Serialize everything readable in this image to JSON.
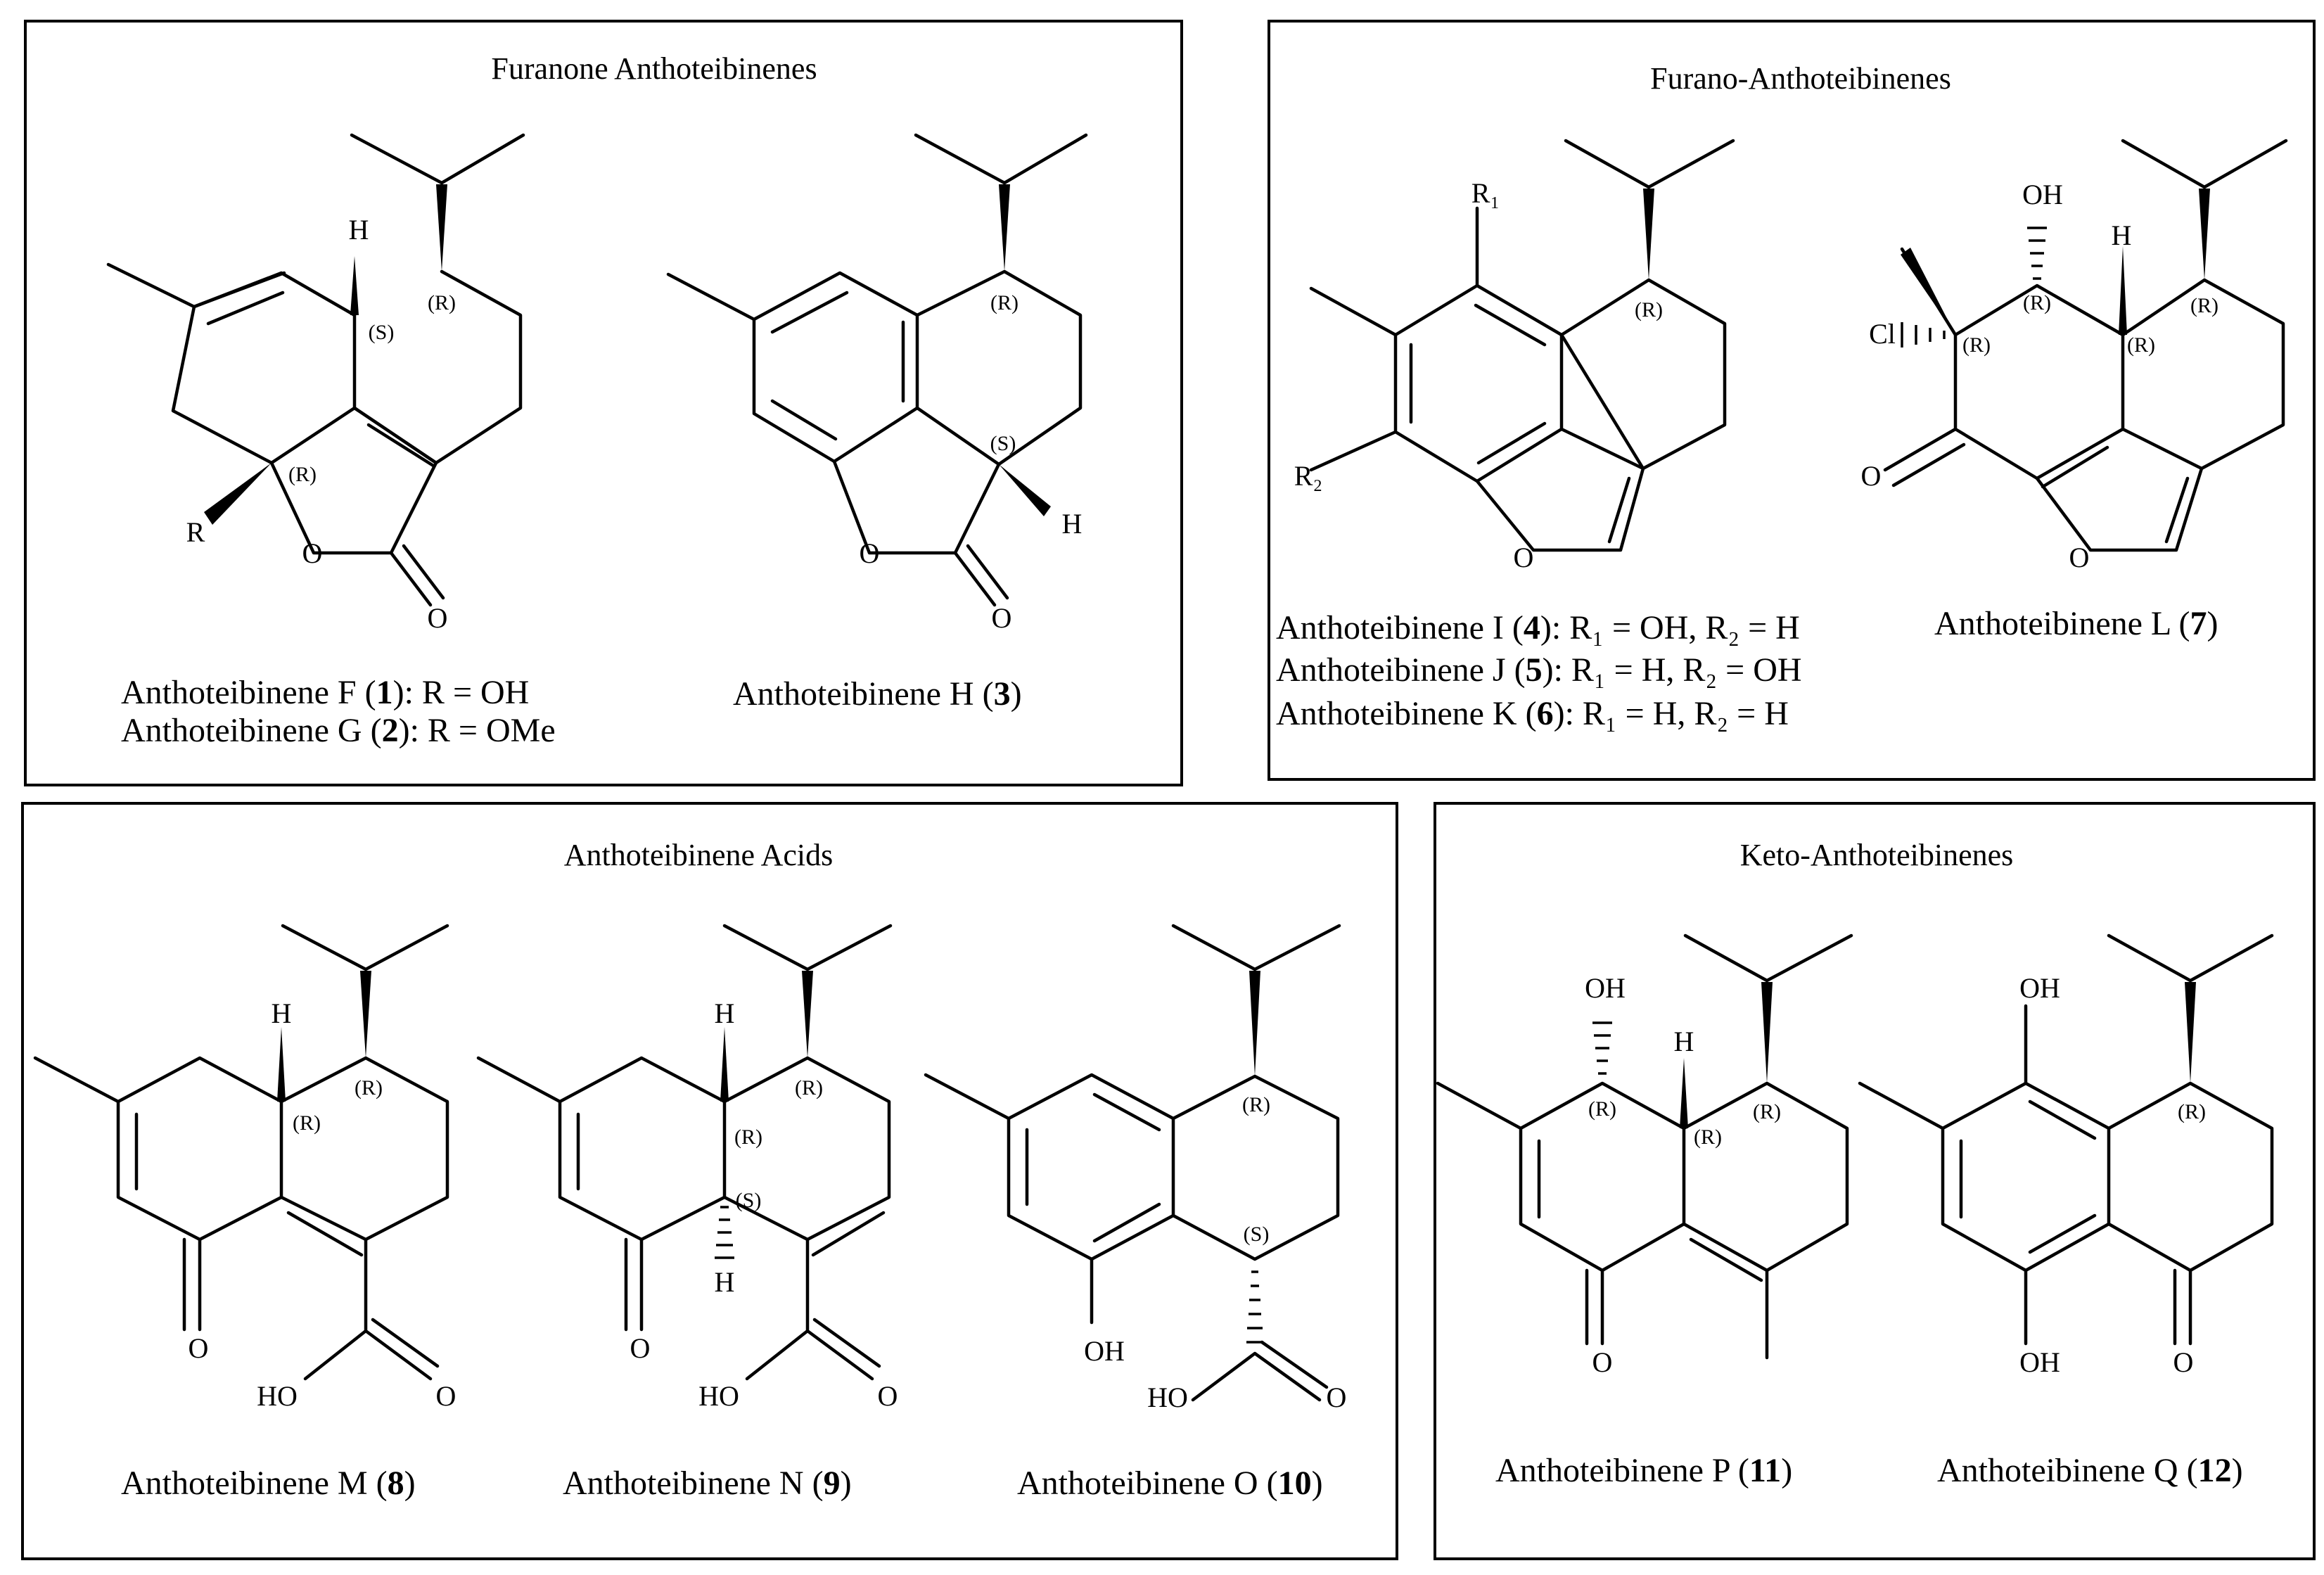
{
  "panels": {
    "furanone": {
      "title": "Furanone Anthoteibinenes",
      "captions": [
        {
          "name": "Anthoteibinene F",
          "num": "1",
          "rest": ": R = OH"
        },
        {
          "name": "Anthoteibinene G",
          "num": "2",
          "rest": ": R = OMe"
        },
        {
          "name": "Anthoteibinene H",
          "num": "3",
          "rest": ""
        }
      ]
    },
    "furano": {
      "title": "Furano-Anthoteibinenes",
      "captions": [
        {
          "name": "Anthoteibinene I",
          "num": "4",
          "rest": ": R₁ = OH, R₂ = H"
        },
        {
          "name": "Anthoteibinene J",
          "num": "5",
          "rest": ": R₁ = H, R₂ = OH"
        },
        {
          "name": "Anthoteibinene K",
          "num": "6",
          "rest": ": R₁ = H, R₂ = H"
        },
        {
          "name": "Anthoteibinene L",
          "num": "7",
          "rest": ""
        }
      ]
    },
    "acids": {
      "title": "Anthoteibinene Acids",
      "captions": [
        {
          "name": "Anthoteibinene M",
          "num": "8",
          "rest": ""
        },
        {
          "name": "Anthoteibinene N",
          "num": "9",
          "rest": ""
        },
        {
          "name": "Anthoteibinene O",
          "num": "10",
          "rest": ""
        }
      ]
    },
    "keto": {
      "title": "Keto-Anthoteibinenes",
      "captions": [
        {
          "name": "Anthoteibinene P",
          "num": "11",
          "rest": ""
        },
        {
          "name": "Anthoteibinene Q",
          "num": "12",
          "rest": ""
        }
      ]
    }
  },
  "atoms": {
    "H": "H",
    "R": "R",
    "O": "O",
    "OH": "OH",
    "HO": "HO",
    "Cl": "Cl",
    "R1": "R₁",
    "R2": "R₂",
    "stereo_R": "(R)",
    "stereo_S": "(S)"
  }
}
